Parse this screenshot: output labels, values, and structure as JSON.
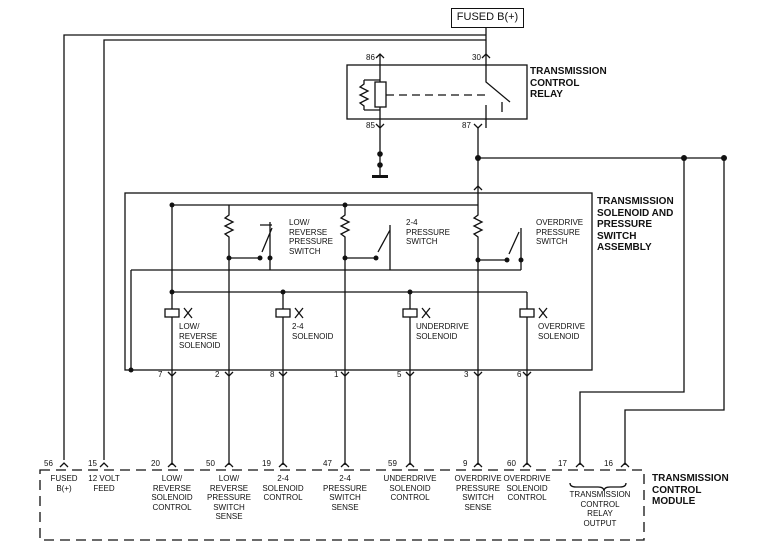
{
  "fuse": {
    "label": "FUSED B(+)"
  },
  "components": {
    "relay": {
      "title": "TRANSMISSION\nCONTROL\nRELAY",
      "pins": [
        "86",
        "30",
        "85",
        "87"
      ]
    },
    "solenoid_assembly": {
      "title": "TRANSMISSION\nSOLENOID AND\nPRESSURE\nSWITCH\nASSEMBLY",
      "switches": [
        "LOW/\nREVERSE\nPRESSURE\nSWITCH",
        "2-4\nPRESSURE\nSWITCH",
        "OVERDRIVE\nPRESSURE\nSWITCH"
      ],
      "solenoids": [
        "LOW/\nREVERSE\nSOLENOID",
        "2-4\nSOLENOID",
        "UNDERDRIVE\nSOLENOID",
        "OVERDRIVE\nSOLENOID"
      ],
      "pins": [
        "7",
        "2",
        "8",
        "1",
        "5",
        "3",
        "6"
      ]
    },
    "tcm": {
      "title": "TRANSMISSION\nCONTROL\nMODULE",
      "pins": [
        "56",
        "15",
        "20",
        "50",
        "19",
        "47",
        "59",
        "9",
        "60",
        "17",
        "16"
      ],
      "pin_labels": [
        "FUSED\nB(+)",
        "12 VOLT\nFEED",
        "LOW/\nREVERSE\nSOLENOID\nCONTROL",
        "LOW/\nREVERSE\nPRESSURE\nSWITCH\nSENSE",
        "2-4\nSOLENOID\nCONTROL",
        "2-4\nPRESSURE\nSWITCH\nSENSE",
        "UNDERDRIVE\nSOLENOID\nCONTROL",
        "OVERDRIVE\nPRESSURE\nSWITCH\nSENSE",
        "OVERDRIVE\nSOLENOID\nCONTROL",
        "TRANSMISSION\nCONTROL\nRELAY\nOUTPUT"
      ]
    }
  }
}
